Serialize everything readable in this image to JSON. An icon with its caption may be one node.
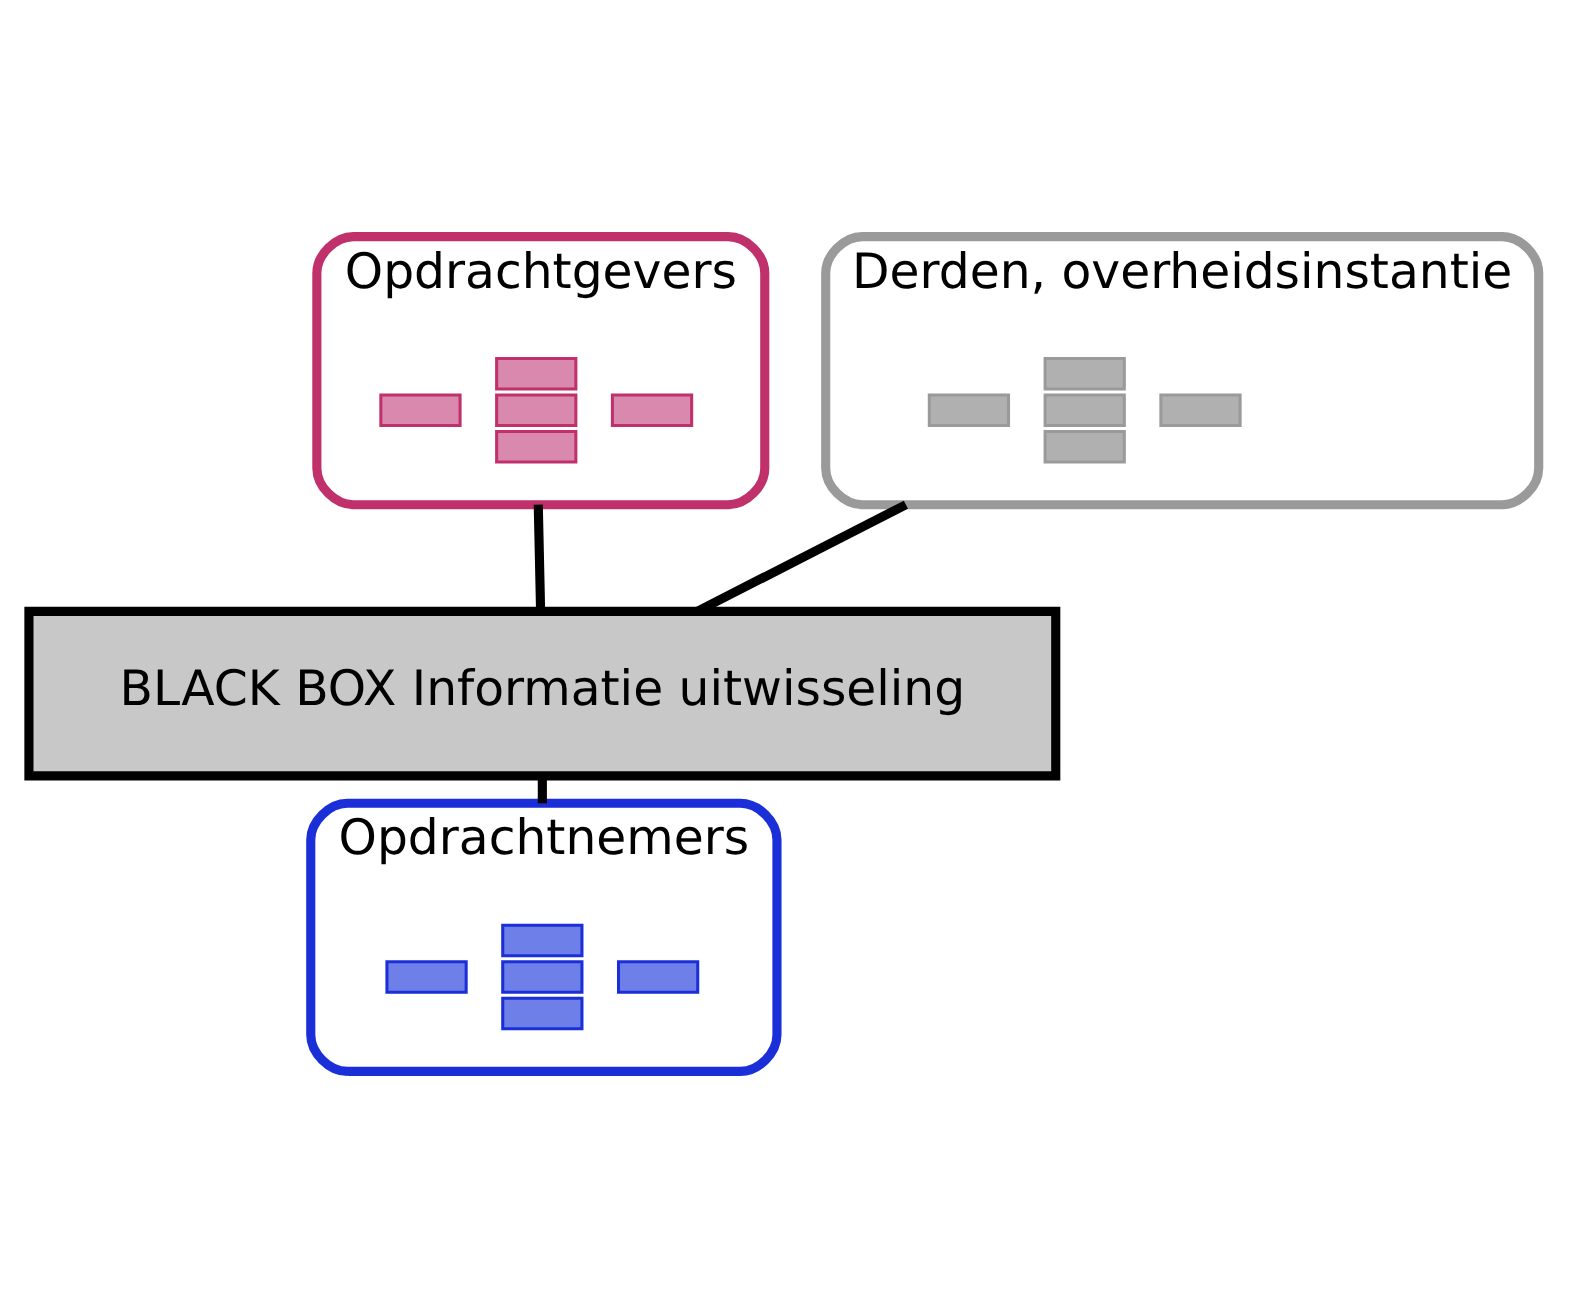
{
  "diagram": {
    "nodes": [
      {
        "text": [
          "Opdrachtgevers"
        ]
      },
      {
        "text": [],
        "shape": "picture",
        "in": 0
      },
      {
        "text": [
          "Derden, overheidsinstantie"
        ]
      },
      {
        "text": [],
        "shape": "picture",
        "in": 2
      },
      {
        "text": [
          "BLACK BOX Informatie uitwisseling"
        ]
      },
      {
        "text": [
          "Opdrachtnemers"
        ]
      },
      {
        "text": [],
        "shape": "picture",
        "in": 5
      }
    ],
    "edges": [
      {
        "from": 0,
        "to": 4,
        "arrow": "none"
      },
      {
        "from": 2,
        "to": 4,
        "arrow": "none"
      },
      {
        "from": 4,
        "to": 5,
        "arrow": "none"
      }
    ]
  }
}
